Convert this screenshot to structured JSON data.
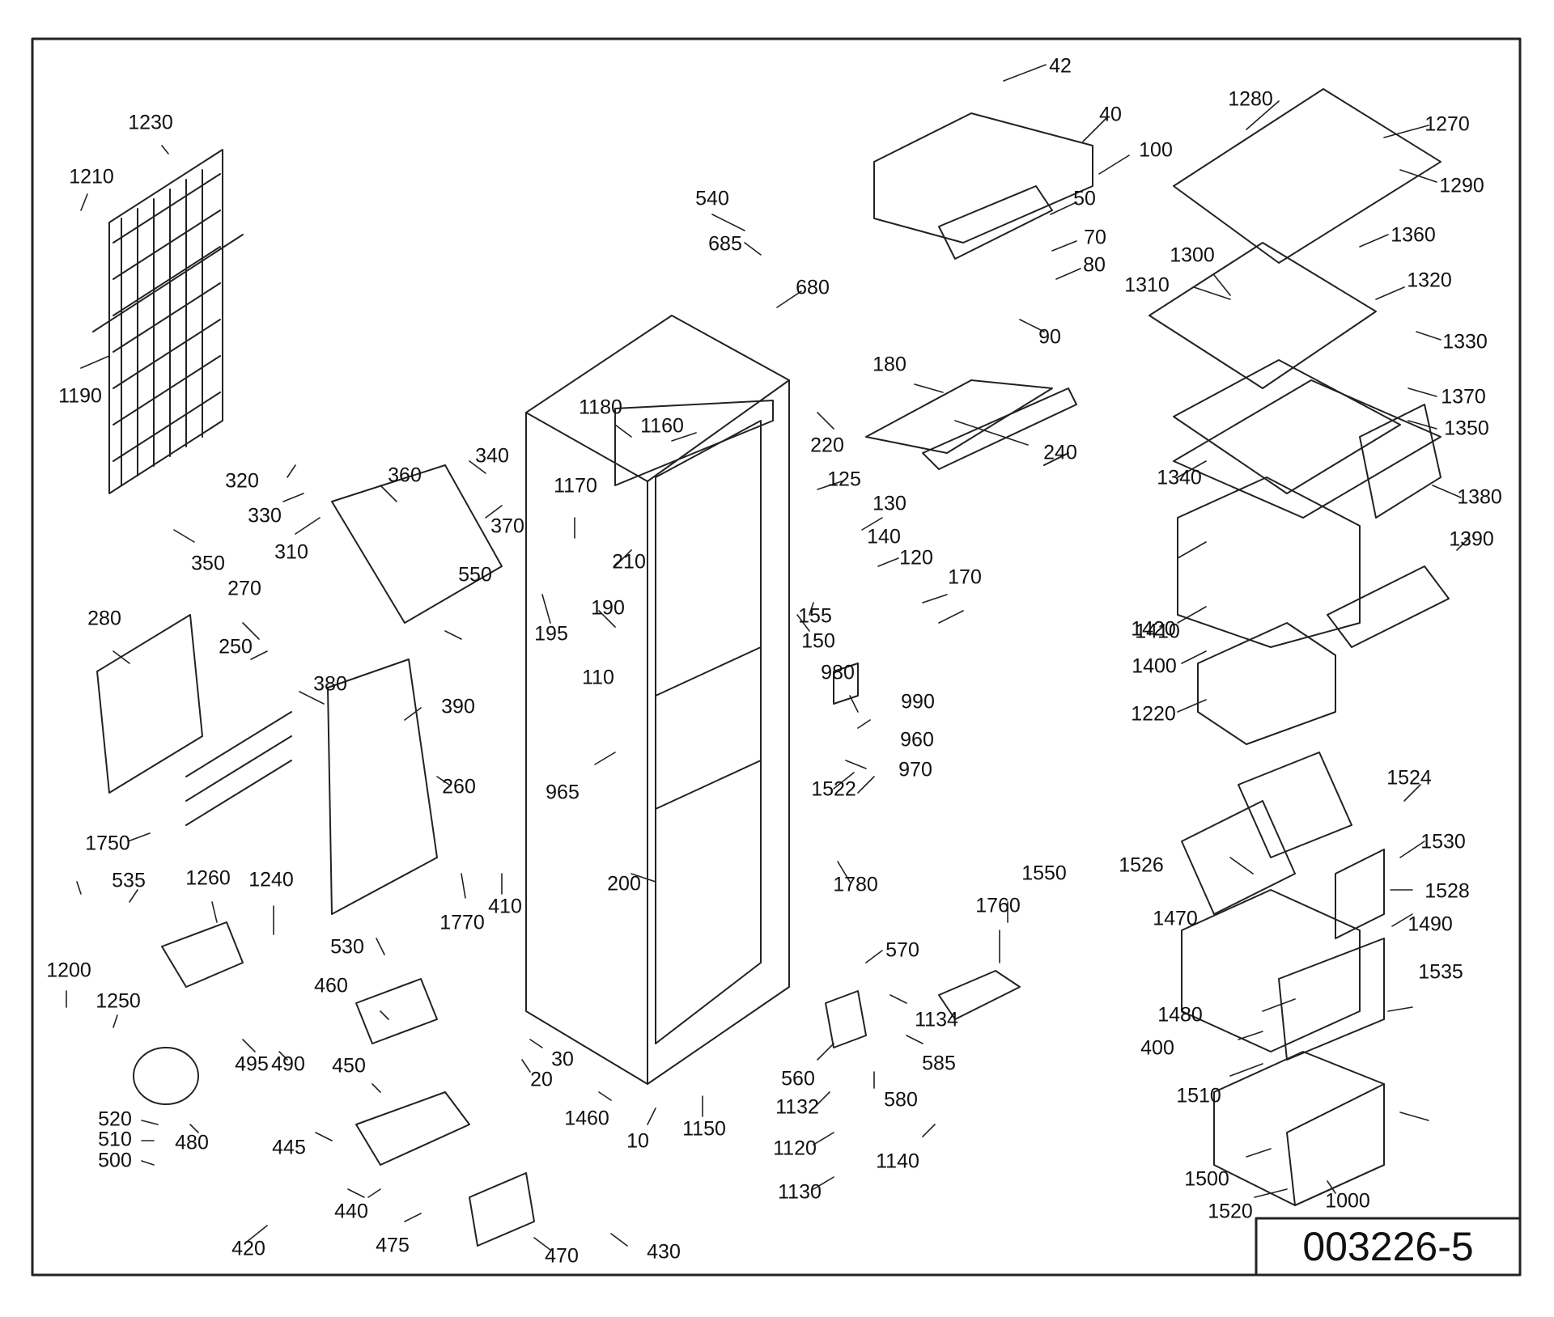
{
  "drawing": {
    "document_number": "003226-5",
    "parts": [
      "42",
      "40",
      "100",
      "50",
      "70",
      "80",
      "90",
      "540",
      "685",
      "680",
      "1280",
      "1270",
      "1290",
      "1360",
      "1300",
      "1310",
      "1320",
      "1330",
      "1370",
      "1350",
      "1340",
      "1380",
      "1390",
      "1410",
      "1420",
      "1400",
      "1220",
      "1230",
      "1210",
      "1190",
      "350",
      "320",
      "330",
      "310",
      "360",
      "340",
      "370",
      "550",
      "1180",
      "1160",
      "220",
      "1170",
      "210",
      "190",
      "195",
      "110",
      "125",
      "130",
      "140",
      "120",
      "155",
      "150",
      "170",
      "180",
      "240",
      "280",
      "270",
      "250",
      "380",
      "390",
      "260",
      "1750",
      "965",
      "980",
      "990",
      "960",
      "970",
      "1522",
      "1524",
      "1526",
      "1530",
      "1528",
      "1470",
      "1490",
      "1535",
      "1480",
      "400",
      "1510",
      "1500",
      "1520",
      "1000",
      "200",
      "1780",
      "1770",
      "410",
      "530",
      "535",
      "1260",
      "1240",
      "1200",
      "1250",
      "495",
      "490",
      "520",
      "510",
      "500",
      "480",
      "460",
      "450",
      "445",
      "440",
      "420",
      "475",
      "470",
      "430",
      "30",
      "20",
      "1460",
      "10",
      "1150",
      "570",
      "1134",
      "585",
      "560",
      "580",
      "1132",
      "1120",
      "1140",
      "1130",
      "1550",
      "1760"
    ]
  }
}
